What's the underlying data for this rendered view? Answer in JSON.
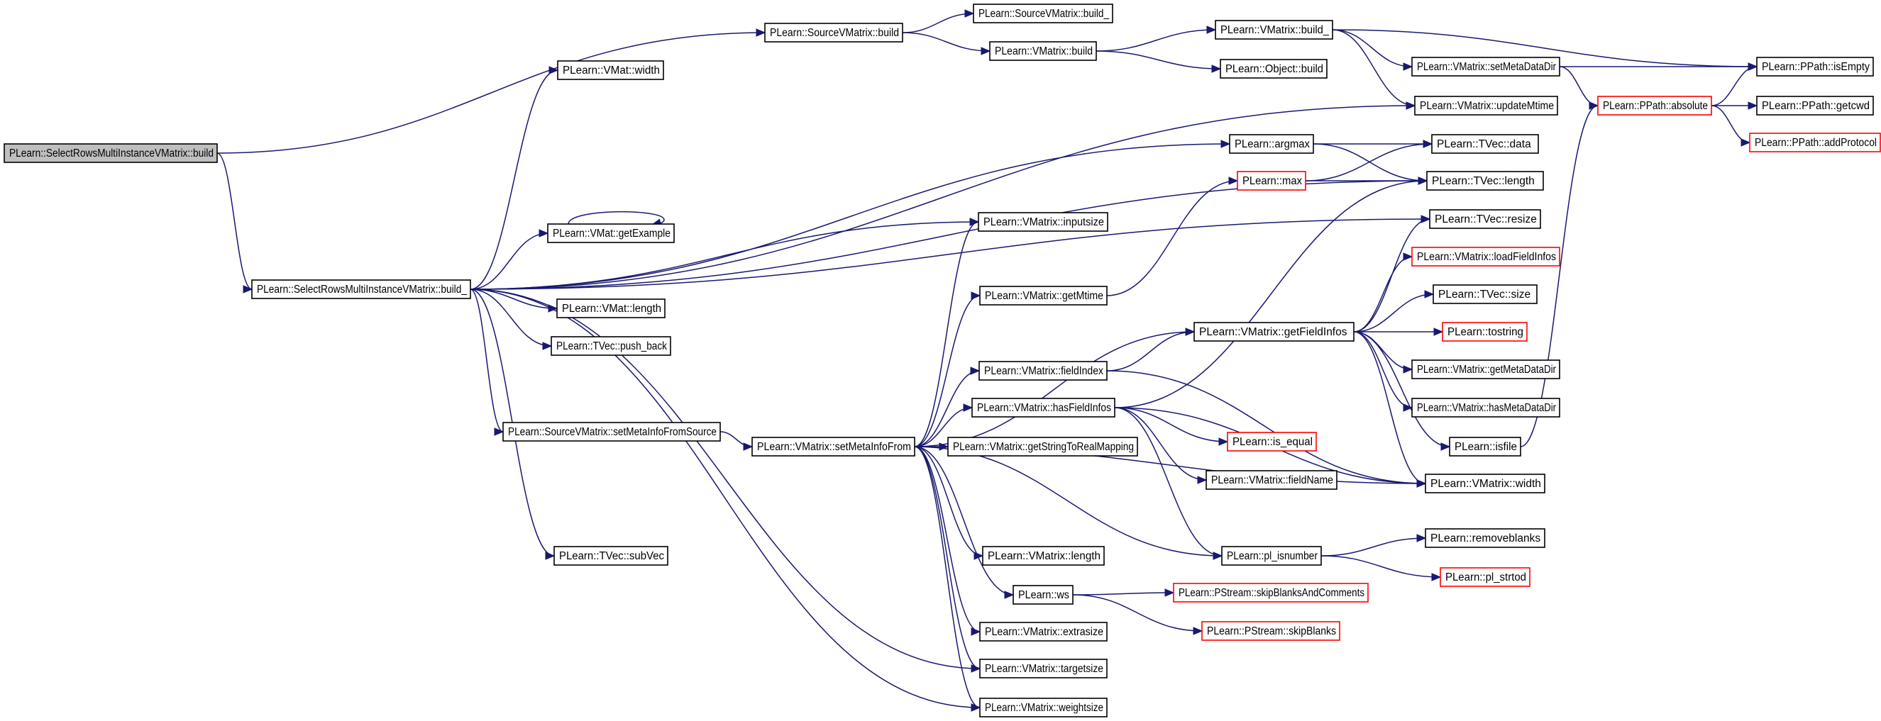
{
  "diagram": {
    "title": "",
    "colors": {
      "edge": "#191970",
      "external_border": "#ff0000",
      "root_fill": "#bfbfbf"
    },
    "nodes": [
      {
        "id": "root",
        "label": "PLearn::SelectRowsMultiInstanceVMatrix::build",
        "style": "root"
      },
      {
        "id": "b_",
        "label": "PLearn::SelectRowsMultiInstanceVMatrix::build_"
      },
      {
        "id": "svm_build",
        "label": "PLearn::SourceVMatrix::build"
      },
      {
        "id": "svm_build_",
        "label": "PLearn::SourceVMatrix::build_"
      },
      {
        "id": "vm_build",
        "label": "PLearn::VMatrix::build"
      },
      {
        "id": "vm_build_",
        "label": "PLearn::VMatrix::build_"
      },
      {
        "id": "obj_build",
        "label": "PLearn::Object::build"
      },
      {
        "id": "setMetaDataDir",
        "label": "PLearn::VMatrix::setMetaDataDir"
      },
      {
        "id": "updateMtime",
        "label": "PLearn::VMatrix::updateMtime"
      },
      {
        "id": "isEmpty",
        "label": "PLearn::PPath::isEmpty"
      },
      {
        "id": "absolute",
        "label": "PLearn::PPath::absolute",
        "style": "red"
      },
      {
        "id": "getcwd",
        "label": "PLearn::PPath::getcwd"
      },
      {
        "id": "addProtocol",
        "label": "PLearn::PPath::addProtocol",
        "style": "red"
      },
      {
        "id": "vmat_width",
        "label": "PLearn::VMat::width"
      },
      {
        "id": "argmax",
        "label": "PLearn::argmax"
      },
      {
        "id": "tvec_data",
        "label": "PLearn::TVec::data"
      },
      {
        "id": "max",
        "label": "PLearn::max",
        "style": "red"
      },
      {
        "id": "tvec_length",
        "label": "PLearn::TVec::length"
      },
      {
        "id": "getExample",
        "label": "PLearn::VMat::getExample"
      },
      {
        "id": "inputsize",
        "label": "PLearn::VMatrix::inputsize"
      },
      {
        "id": "tvec_resize",
        "label": "PLearn::TVec::resize"
      },
      {
        "id": "loadFieldInfos",
        "label": "PLearn::VMatrix::loadFieldInfos",
        "style": "red"
      },
      {
        "id": "getMtime",
        "label": "PLearn::VMatrix::getMtime"
      },
      {
        "id": "tvec_size",
        "label": "PLearn::TVec::size"
      },
      {
        "id": "vmat_length",
        "label": "PLearn::VMat::length"
      },
      {
        "id": "getFieldInfos",
        "label": "PLearn::VMatrix::getFieldInfos"
      },
      {
        "id": "tostring",
        "label": "PLearn::tostring",
        "style": "red"
      },
      {
        "id": "push_back",
        "label": "PLearn::TVec::push_back"
      },
      {
        "id": "fieldIndex",
        "label": "PLearn::VMatrix::fieldIndex"
      },
      {
        "id": "getMetaDataDir",
        "label": "PLearn::VMatrix::getMetaDataDir"
      },
      {
        "id": "hasMetaDataDir",
        "label": "PLearn::VMatrix::hasMetaDataDir"
      },
      {
        "id": "hasFieldInfos",
        "label": "PLearn::VMatrix::hasFieldInfos"
      },
      {
        "id": "setMetaInfoFromSource",
        "label": "PLearn::SourceVMatrix::setMetaInfoFromSource"
      },
      {
        "id": "setMetaInfoFrom",
        "label": "PLearn::VMatrix::setMetaInfoFrom"
      },
      {
        "id": "getStringToRealMapping",
        "label": "PLearn::VMatrix::getStringToRealMapping"
      },
      {
        "id": "is_equal",
        "label": "PLearn::is_equal",
        "style": "red"
      },
      {
        "id": "isfile",
        "label": "PLearn::isfile"
      },
      {
        "id": "fieldName",
        "label": "PLearn::VMatrix::fieldName"
      },
      {
        "id": "vmatrix_width",
        "label": "PLearn::VMatrix::width"
      },
      {
        "id": "removeblanks",
        "label": "PLearn::removeblanks"
      },
      {
        "id": "subVec",
        "label": "PLearn::TVec::subVec"
      },
      {
        "id": "vmatrix_length",
        "label": "PLearn::VMatrix::length"
      },
      {
        "id": "pl_isnumber",
        "label": "PLearn::pl_isnumber"
      },
      {
        "id": "pl_strtod",
        "label": "PLearn::pl_strtod",
        "style": "red"
      },
      {
        "id": "ws",
        "label": "PLearn::ws"
      },
      {
        "id": "skipBlanksAndComments",
        "label": "PLearn::PStream::skipBlanksAndComments",
        "style": "red"
      },
      {
        "id": "skipBlanks",
        "label": "PLearn::PStream::skipBlanks",
        "style": "red"
      },
      {
        "id": "extrasize",
        "label": "PLearn::VMatrix::extrasize"
      },
      {
        "id": "targetsize",
        "label": "PLearn::VMatrix::targetsize"
      },
      {
        "id": "weightsize",
        "label": "PLearn::VMatrix::weightsize"
      }
    ],
    "edges": [
      [
        "root",
        "svm_build"
      ],
      [
        "root",
        "b_"
      ],
      [
        "svm_build",
        "svm_build_"
      ],
      [
        "svm_build",
        "vm_build"
      ],
      [
        "vm_build",
        "vm_build_"
      ],
      [
        "vm_build",
        "obj_build"
      ],
      [
        "vm_build_",
        "isEmpty"
      ],
      [
        "vm_build_",
        "setMetaDataDir"
      ],
      [
        "vm_build_",
        "updateMtime"
      ],
      [
        "setMetaDataDir",
        "isEmpty"
      ],
      [
        "setMetaDataDir",
        "absolute"
      ],
      [
        "absolute",
        "isEmpty"
      ],
      [
        "absolute",
        "getcwd"
      ],
      [
        "absolute",
        "addProtocol"
      ],
      [
        "b_",
        "vmat_width"
      ],
      [
        "b_",
        "updateMtime"
      ],
      [
        "b_",
        "argmax"
      ],
      [
        "b_",
        "tvec_length"
      ],
      [
        "b_",
        "getExample"
      ],
      [
        "b_",
        "inputsize"
      ],
      [
        "b_",
        "tvec_resize"
      ],
      [
        "b_",
        "vmat_length"
      ],
      [
        "b_",
        "push_back"
      ],
      [
        "b_",
        "setMetaInfoFromSource"
      ],
      [
        "b_",
        "subVec"
      ],
      [
        "b_",
        "targetsize"
      ],
      [
        "b_",
        "weightsize"
      ],
      [
        "getExample",
        "getExample"
      ],
      [
        "argmax",
        "tvec_data"
      ],
      [
        "argmax",
        "tvec_length"
      ],
      [
        "max",
        "tvec_data"
      ],
      [
        "max",
        "tvec_length"
      ],
      [
        "setMetaInfoFromSource",
        "setMetaInfoFrom"
      ],
      [
        "setMetaInfoFrom",
        "inputsize"
      ],
      [
        "setMetaInfoFrom",
        "getMtime"
      ],
      [
        "setMetaInfoFrom",
        "getFieldInfos"
      ],
      [
        "setMetaInfoFrom",
        "fieldIndex"
      ],
      [
        "setMetaInfoFrom",
        "hasFieldInfos"
      ],
      [
        "setMetaInfoFrom",
        "getStringToRealMapping"
      ],
      [
        "setMetaInfoFrom",
        "vmatrix_width"
      ],
      [
        "setMetaInfoFrom",
        "pl_isnumber"
      ],
      [
        "setMetaInfoFrom",
        "vmatrix_length"
      ],
      [
        "setMetaInfoFrom",
        "ws"
      ],
      [
        "setMetaInfoFrom",
        "extrasize"
      ],
      [
        "setMetaInfoFrom",
        "targetsize"
      ],
      [
        "setMetaInfoFrom",
        "weightsize"
      ],
      [
        "getMtime",
        "max"
      ],
      [
        "getFieldInfos",
        "tvec_resize"
      ],
      [
        "getFieldInfos",
        "loadFieldInfos"
      ],
      [
        "getFieldInfos",
        "tvec_size"
      ],
      [
        "getFieldInfos",
        "tostring"
      ],
      [
        "getFieldInfos",
        "getMetaDataDir"
      ],
      [
        "getFieldInfos",
        "hasMetaDataDir"
      ],
      [
        "getFieldInfos",
        "isfile"
      ],
      [
        "getFieldInfos",
        "vmatrix_width"
      ],
      [
        "fieldIndex",
        "getFieldInfos"
      ],
      [
        "fieldIndex",
        "vmatrix_width"
      ],
      [
        "hasFieldInfos",
        "tvec_length"
      ],
      [
        "hasFieldInfos",
        "is_equal"
      ],
      [
        "hasFieldInfos",
        "fieldName"
      ],
      [
        "hasFieldInfos",
        "vmatrix_width"
      ],
      [
        "hasFieldInfos",
        "pl_isnumber"
      ],
      [
        "isfile",
        "absolute"
      ],
      [
        "pl_isnumber",
        "removeblanks"
      ],
      [
        "pl_isnumber",
        "pl_strtod"
      ],
      [
        "ws",
        "skipBlanksAndComments"
      ],
      [
        "ws",
        "skipBlanks"
      ]
    ]
  }
}
